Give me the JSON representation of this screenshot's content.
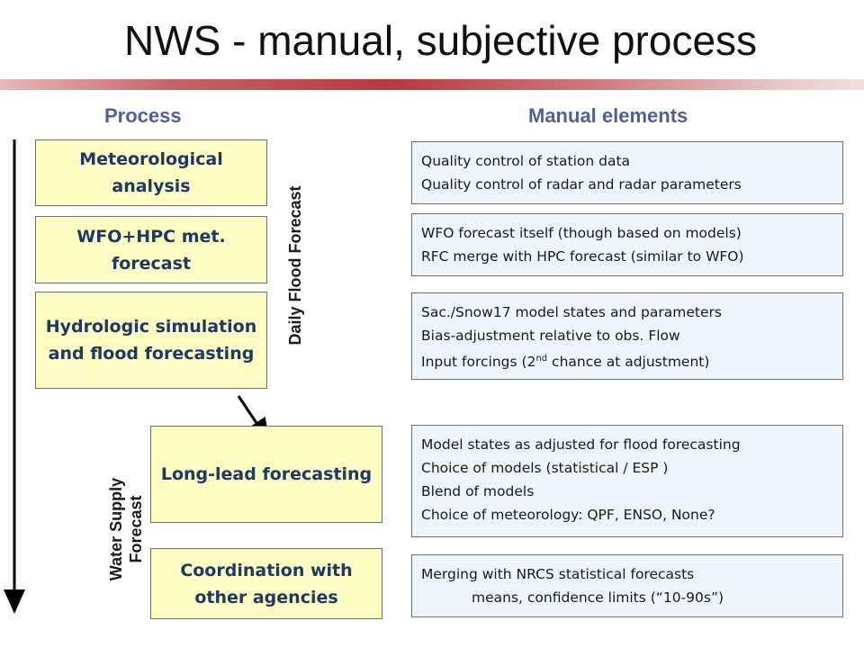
{
  "title": "NWS - manual, subjective process",
  "headers": {
    "process": "Process",
    "manual": "Manual elements"
  },
  "process_steps": [
    "Meteorological analysis",
    "WFO+HPC met. forecast",
    "Hydrologic simulation and flood forecasting",
    "Long-lead forecasting",
    "Coordination with other agencies"
  ],
  "side_labels": {
    "daily": "Daily Flood Forecast",
    "water_supply_1": "Water Supply",
    "water_supply_2": "Forecast"
  },
  "manual_elements": [
    {
      "lines": [
        "Quality control of station data",
        "Quality control of radar and radar parameters"
      ]
    },
    {
      "lines": [
        "WFO forecast itself (though based on models)",
        "RFC merge with HPC forecast (similar to WFO)"
      ]
    },
    {
      "lines": [
        "Sac./Snow17 model states and parameters",
        "Bias-adjustment relative to obs. Flow"
      ],
      "line3_pre": "Input forcings (2",
      "line3_sup": "nd",
      "line3_post": " chance at adjustment)"
    },
    {
      "lines": [
        "Model states as adjusted for flood forecasting",
        "Choice of models (statistical / ESP )",
        "Blend of models",
        "Choice of meteorology: QPF, ENSO, None?"
      ]
    },
    {
      "lines": [
        "Merging with NRCS statistical forecasts",
        "means, confidence limits (“10-90s”)"
      ]
    }
  ],
  "colors": {
    "heading": "#4f5f9a",
    "process_fill": "#fdfcc3",
    "process_text": "#1f3864",
    "manual_fill": "#eef5fb",
    "banner": "#b8383d"
  }
}
